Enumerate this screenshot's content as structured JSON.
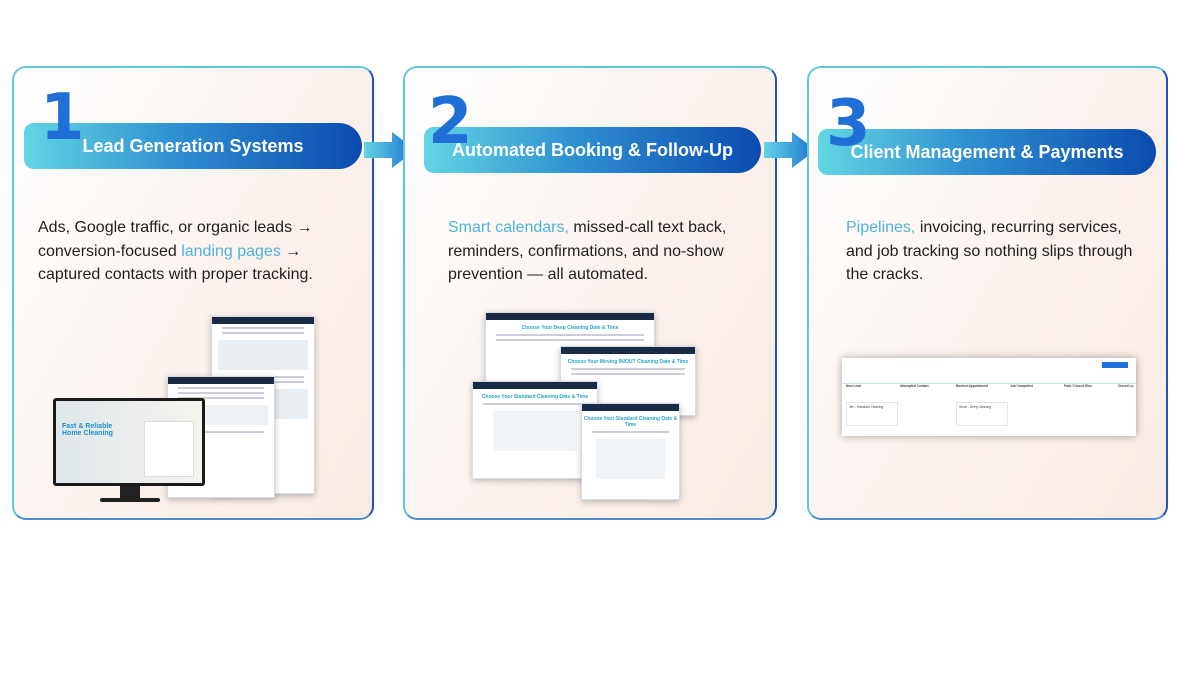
{
  "steps": [
    {
      "number": "1",
      "title": "Lead Generation Systems",
      "desc_pre": "Ads, Google traffic, or organic leads → conversion-focused ",
      "desc_hl": "landing pages",
      "desc_post": " → captured contacts with proper tracking."
    },
    {
      "number": "2",
      "title": "Automated Booking & Follow-Up",
      "desc_hl": "Smart calendars,",
      "desc_post": " missed-call text back, reminders, confirmations, and no-show prevention — all automated."
    },
    {
      "number": "3",
      "title": "Client Management & Payments",
      "desc_hl": "Pipelines,",
      "desc_post": " invoicing, recurring services, and job tracking so nothing slips through the cracks."
    }
  ],
  "mockups": {
    "landing_hero": "Fast & Reliable Home Cleaning",
    "calendar_titles": [
      "Choose Your Deep Cleaning Date & Time",
      "Choose Your Moving IN/OUT Cleaning Date & Time",
      "Choose Your Standard Cleaning Date & Time",
      "Choose Your Standard Cleaning Date & Time"
    ],
    "pipeline_columns": [
      "New Lead",
      "Attempted Contact",
      "Booked Appointment",
      "Job Completed",
      "Paid / Closed Won",
      "Closed Lo"
    ],
    "pipeline_cards": [
      "Jim - Standard Cleaning",
      "Steve - Deep Cleaning"
    ]
  },
  "colors": {
    "accent": "#4eb3d9",
    "banner_start": "#62d6e4",
    "banner_end": "#0b4bb0",
    "number": "#1f6fd6"
  }
}
